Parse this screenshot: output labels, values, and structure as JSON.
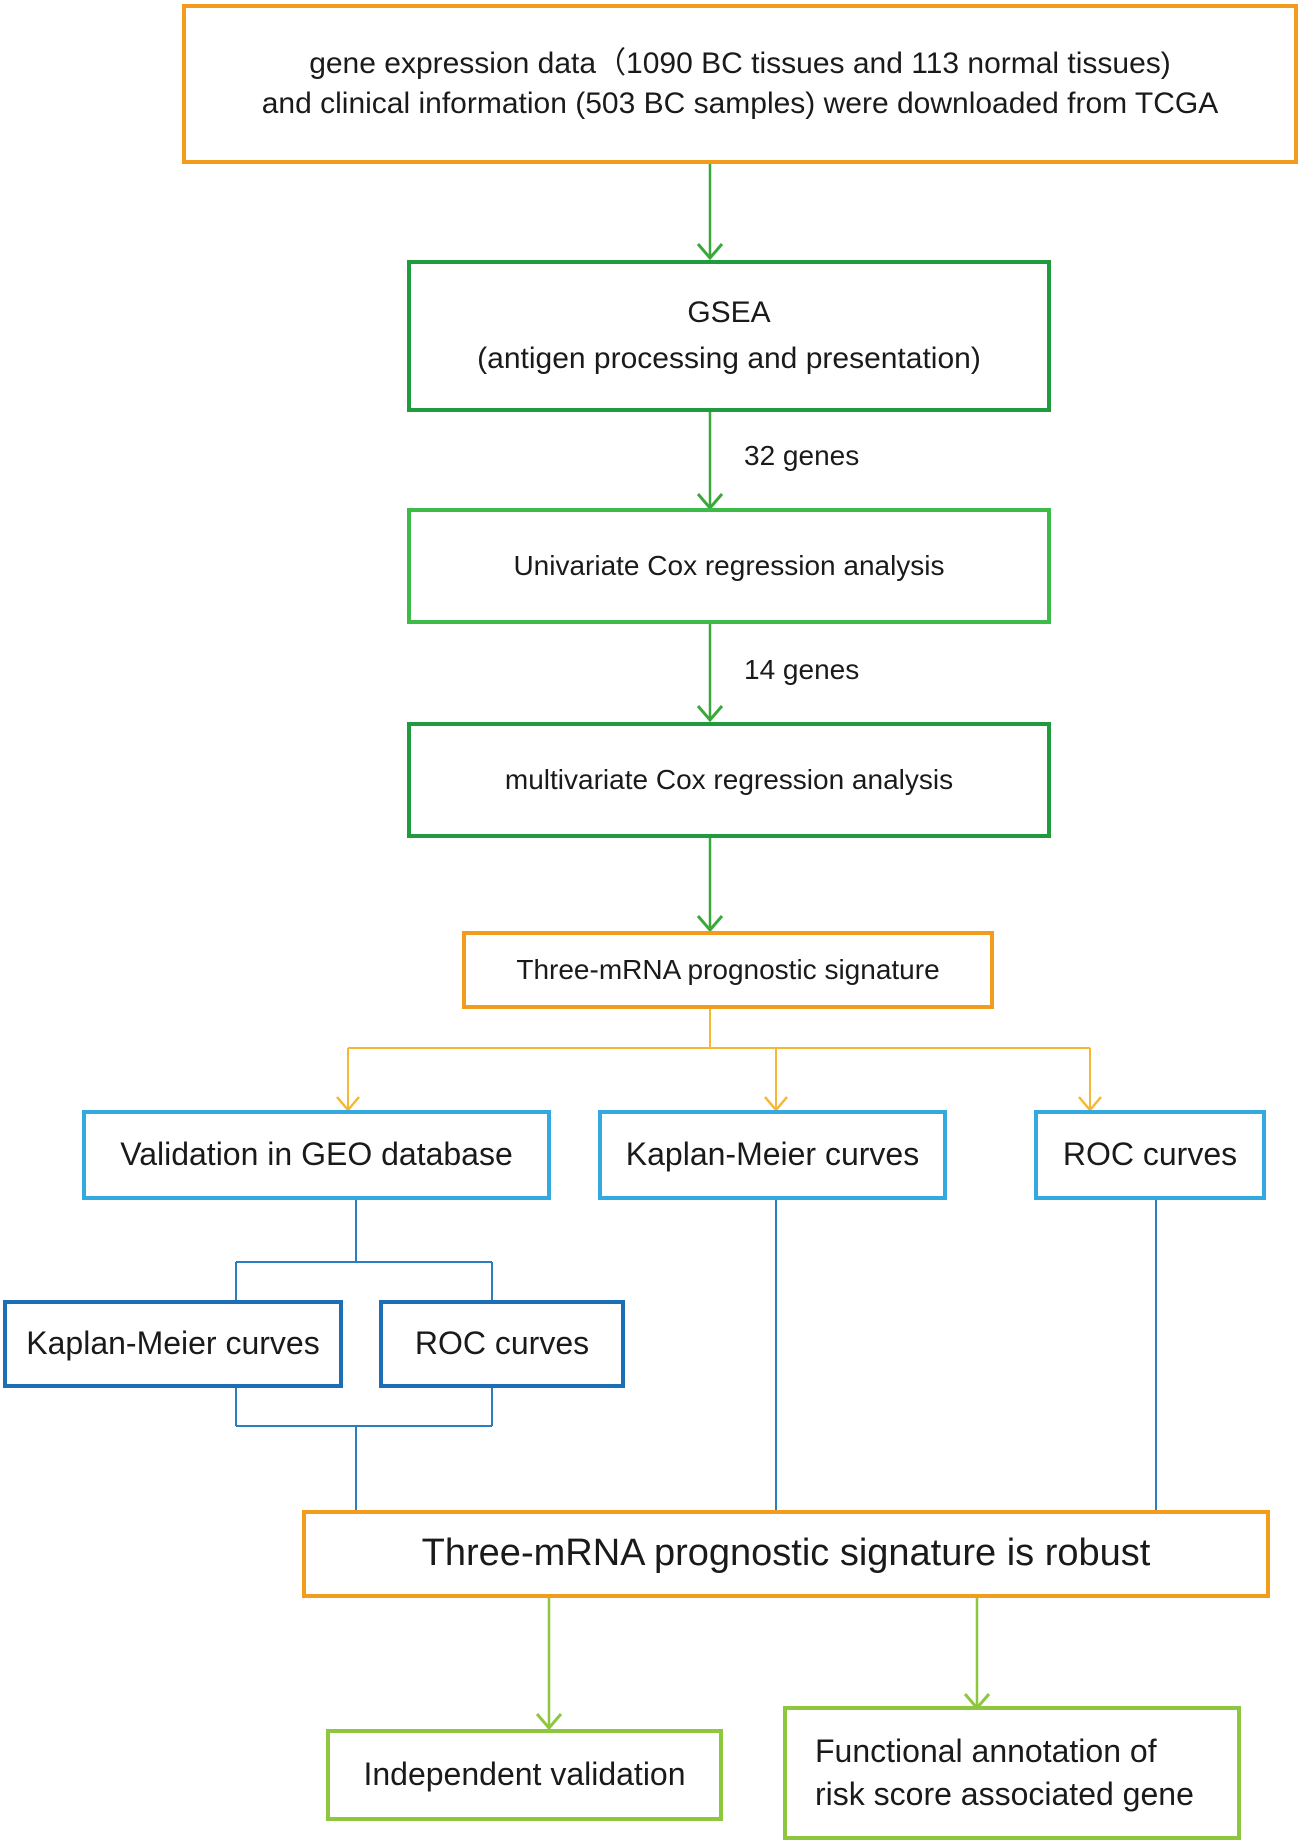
{
  "boxes": {
    "source": {
      "line1": "gene expression data（1090 BC tissues and 113 normal tissues)",
      "line2": "and clinical information (503 BC samples)  were downloaded from TCGA"
    },
    "gsea": {
      "line1": "GSEA",
      "line2": "(antigen processing and presentation)"
    },
    "univariate": "Univariate Cox regression analysis",
    "multivariate": "multivariate Cox regression analysis",
    "signature": "Three-mRNA prognostic signature",
    "geo": "Validation in GEO database",
    "km_main": "Kaplan-Meier  curves",
    "roc_main": "ROC curves",
    "km_geo": "Kaplan-Meier  curves",
    "roc_geo": "ROC curves",
    "robust": "Three-mRNA prognostic signature is robust",
    "independent": "Independent validation",
    "functional": {
      "line1": "Functional annotation of",
      "line2": "risk score associated gene"
    }
  },
  "edge_labels": {
    "after_gsea": "32 genes",
    "after_univariate": "14 genes"
  },
  "colors": {
    "orange": "#f39c1c",
    "dark_green": "#1f9a3c",
    "light_green": "#3dbb48",
    "yellow_green": "#8dc63f",
    "light_blue": "#34a9e0",
    "dark_blue": "#1c6fb5",
    "connector_orange": "#f7b733",
    "connector_blue": "#2a7fc0"
  }
}
